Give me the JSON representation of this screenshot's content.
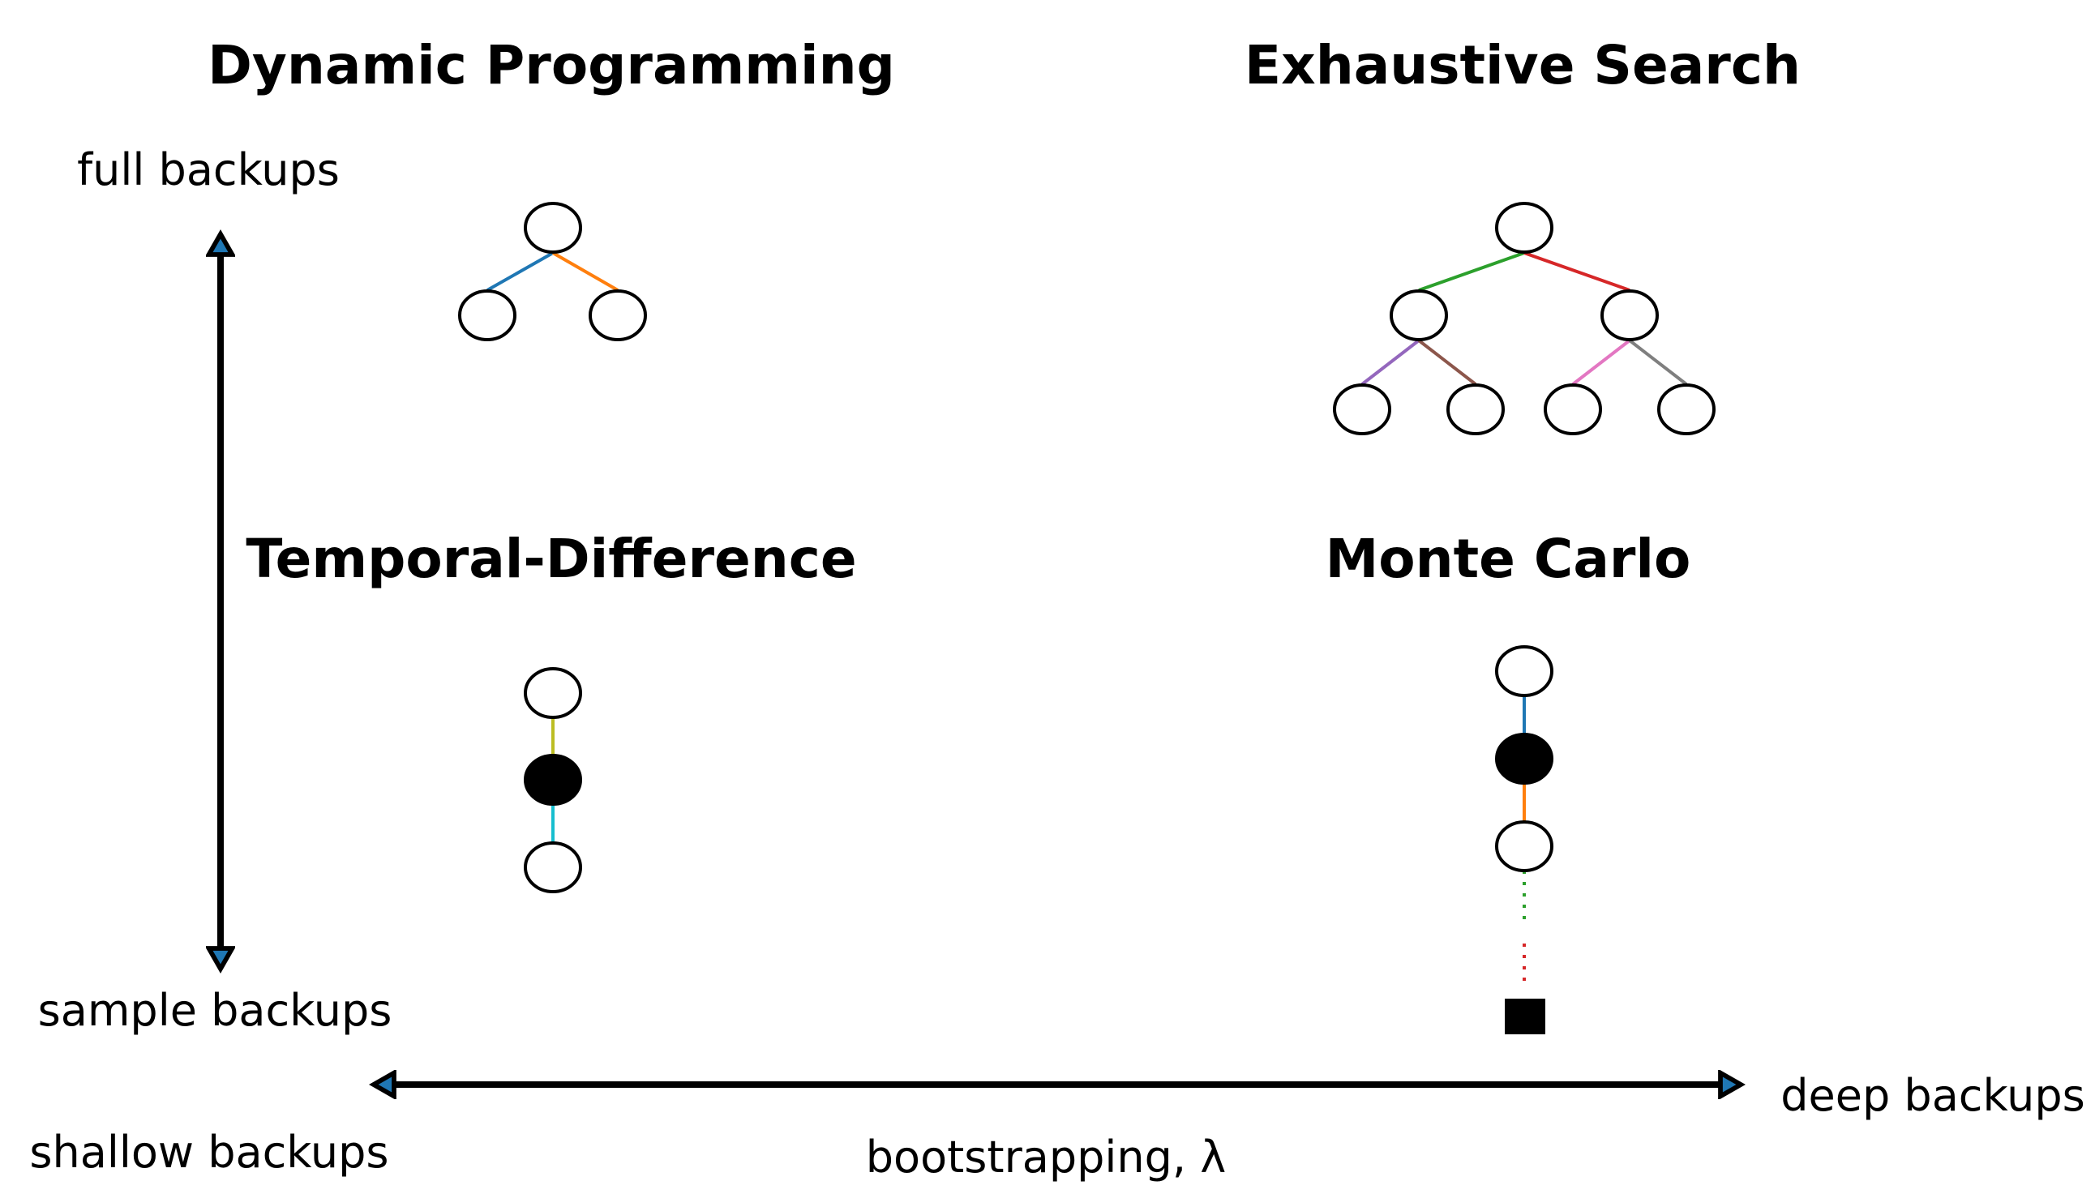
{
  "titles": {
    "dp": "Dynamic Programming",
    "es": "Exhaustive Search",
    "td": "Temporal-Difference",
    "mc": "Monte Carlo"
  },
  "axes": {
    "vertical_top": "full backups",
    "vertical_bottom": "sample backups",
    "horizontal_left": "shallow backups",
    "horizontal_right": "deep backups",
    "horizontal_title": "bootstrapping, λ"
  },
  "colors": {
    "blue": "#1f77b4",
    "orange": "#ff7f0e",
    "green": "#2ca02c",
    "red": "#d62728",
    "purple": "#9467bd",
    "brown": "#8c564b",
    "pink": "#e377c2",
    "gray": "#7f7f7f",
    "olive": "#bcbd22",
    "cyan": "#17becf"
  }
}
